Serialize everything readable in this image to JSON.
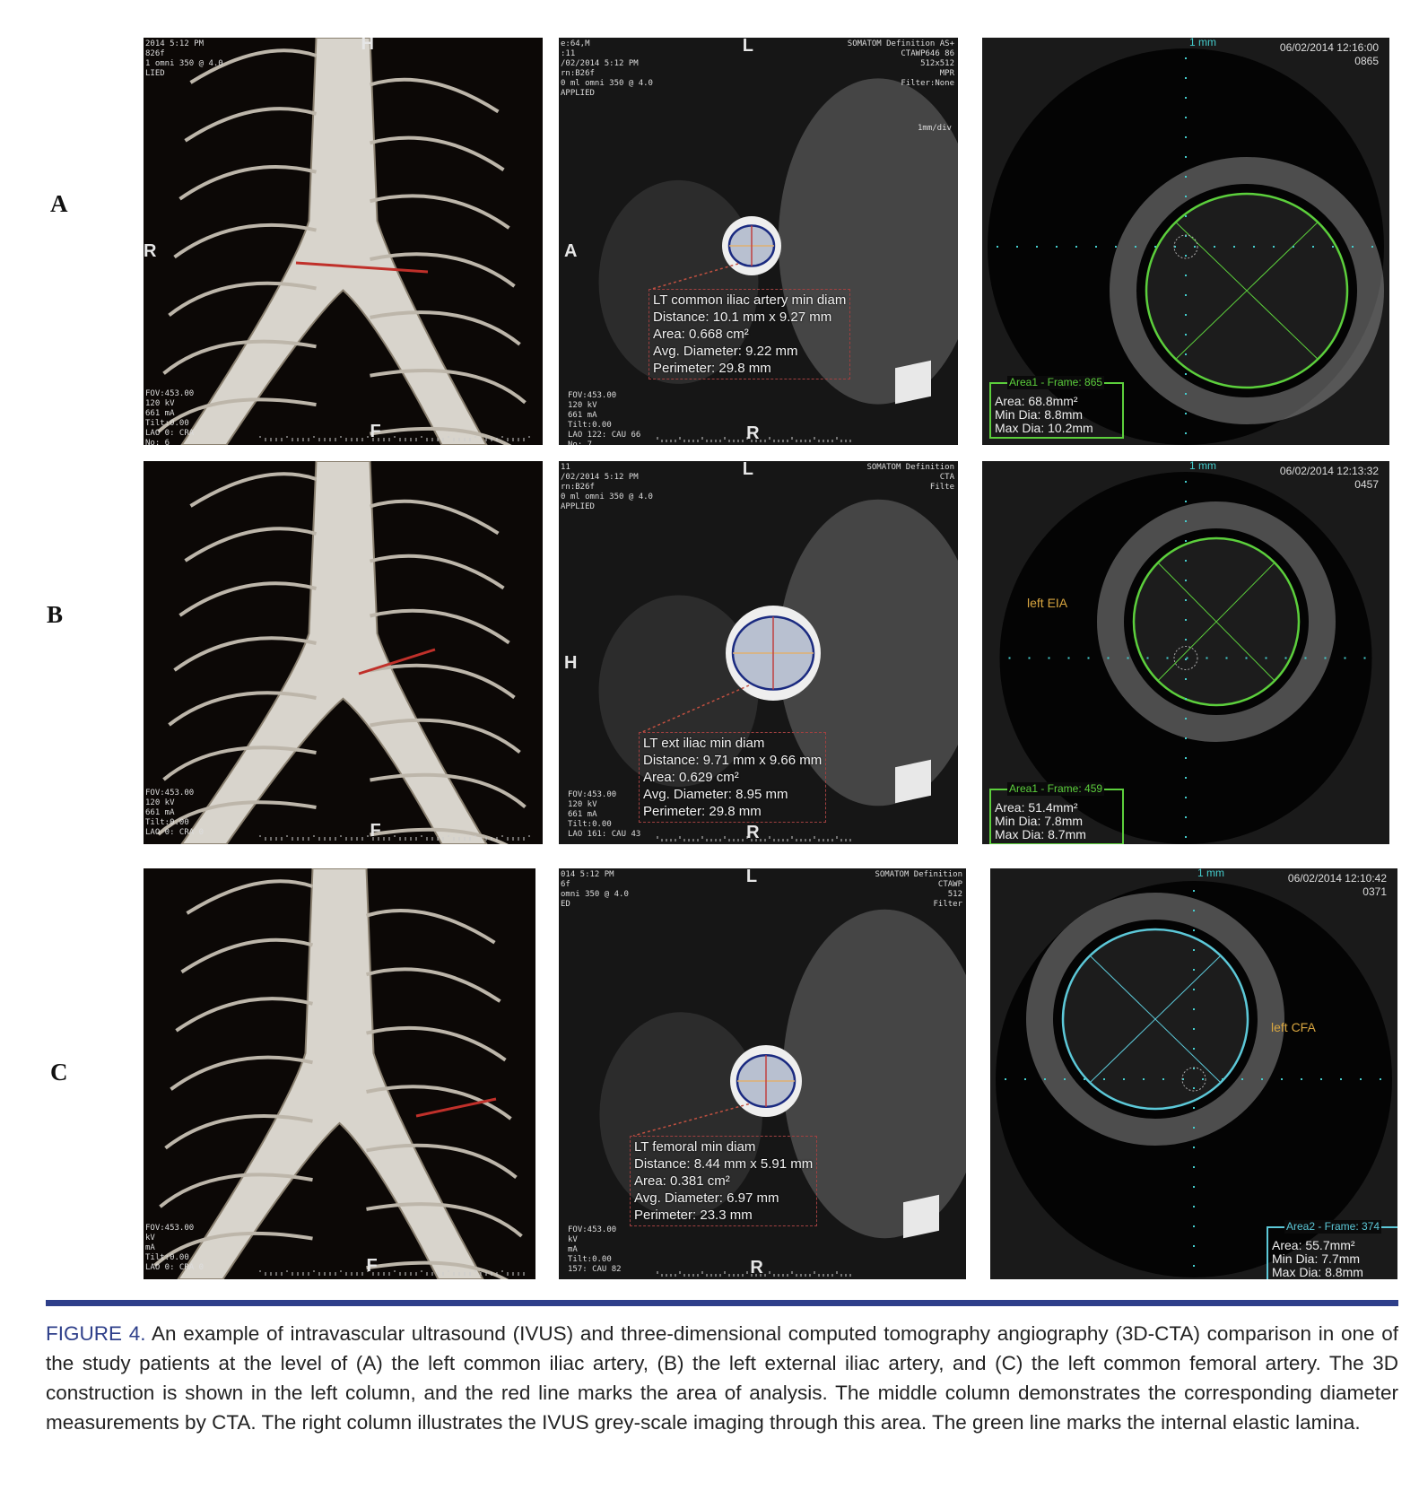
{
  "figure": {
    "row_labels": [
      "A",
      "B",
      "C"
    ],
    "caption_lead": "FIGURE 4.",
    "caption_text": " An example of intravascular ultrasound (IVUS) and three-dimensional computed tomography angiography (3D-CTA) comparison in one of the study patients at the level of (A) the left common iliac artery, (B) the left external iliac artery, and (C) the left common femoral artery. The 3D construction is shown in the left column, and the red line marks the area of analysis. The middle column demonstrates the corresponding diameter measurements by CTA. The right column illustrates the IVUS grey-scale imaging through this area. The green line marks the internal elastic lamina.",
    "colors": {
      "accent": "#2e3f8a",
      "ivus_green": "#5ccf3c",
      "ivus_cyan": "#5cc8d8",
      "analysis_line": "#c0302a",
      "cta_contour": "#1a2a80"
    }
  },
  "rows": [
    {
      "vr": {
        "header": "2014 5:12 PM\n826f\n1 omni 350 @ 4.0\nLIED",
        "footer": "FOV:453.00\n120 kV\n661 mA\nTilt:0.00\nLAO 0: CRA\nNo: 6",
        "top": "H",
        "left": "R",
        "bottom": "F"
      },
      "cta": {
        "header": "e:64,M\n:11\n/02/2014 5:12 PM\nrn:B26f\n0 ml omni 350 @ 4.0\nAPPLIED",
        "header_right": "SOMATOM Definition AS+\nCTAWP646 86\n512x512\nMPR\nFilter:None",
        "scale": "1mm/div",
        "footer": "FOV:453.00\n120 kV\n661 mA\nTilt:0.00\nLAO 122: CAU 66\nNo: 7",
        "top": "L",
        "left": "A",
        "bottom": "R",
        "lines": [
          "LT common iliac artery min diam",
          "Distance: 10.1 mm x 9.27 mm",
          "Area: 0.668 cm²",
          "Avg. Diameter: 9.22 mm",
          "Perimeter: 29.8 mm"
        ]
      },
      "ivus": {
        "scale": "1 mm",
        "timestamp": "06/02/2014 12:16:00",
        "frame_no": "0865",
        "label": "",
        "box_title": "Area1 - Frame: 865",
        "lines": [
          "Area: 68.8mm²",
          "Min Dia: 8.8mm",
          "Max Dia: 10.2mm"
        ],
        "color": "green"
      }
    },
    {
      "vr": {
        "header": "",
        "footer": "FOV:453.00\n120 kV\n661 mA\nTilt:0.00\nLAO 0: CRA 0",
        "top": "",
        "left": "",
        "bottom": "F"
      },
      "cta": {
        "header": "11\n/02/2014 5:12 PM\nrn:B26f\n0 ml omni 350 @ 4.0\nAPPLIED",
        "header_right": "SOMATOM Definition\nCTA\nFilte",
        "scale": "",
        "footer": "FOV:453.00\n120 kV\n661 mA\nTilt:0.00\nLAO 161: CAU 43",
        "top": "L",
        "left": "H",
        "bottom": "R",
        "lines": [
          "LT ext iliac min diam",
          "Distance: 9.71 mm x 9.66 mm",
          "Area: 0.629 cm²",
          "Avg. Diameter: 8.95 mm",
          "Perimeter: 29.8 mm"
        ]
      },
      "ivus": {
        "scale": "1 mm",
        "timestamp": "06/02/2014 12:13:32",
        "frame_no": "0457",
        "label": "left EIA",
        "box_title": "Area1 - Frame: 459",
        "lines": [
          "Area: 51.4mm²",
          "Min Dia: 7.8mm",
          "Max Dia: 8.7mm"
        ],
        "color": "green"
      }
    },
    {
      "vr": {
        "header": "",
        "footer": "FOV:453.00\nkV\nmA\nTilt:0.00\nLAO 0: CRA 0",
        "top": "",
        "left": "",
        "bottom": "F"
      },
      "cta": {
        "header": "014 5:12 PM\n6f\nomni 350 @ 4.0\nED",
        "header_right": "SOMATOM Definition\nCTAWP\n512\nFilter",
        "scale": "",
        "footer": "FOV:453.00\nkV\nmA\nTilt:0.00\n157: CAU 82",
        "top": "L",
        "left": "",
        "bottom": "R",
        "lines": [
          "LT femoral min diam",
          "Distance: 8.44 mm x 5.91 mm",
          "Area: 0.381 cm²",
          "Avg. Diameter: 6.97 mm",
          "Perimeter: 23.3 mm"
        ]
      },
      "ivus": {
        "scale": "1 mm",
        "timestamp": "06/02/2014 12:10:42",
        "frame_no": "0371",
        "label": "left CFA",
        "box_title": "Area2 - Frame: 374",
        "lines": [
          "Area: 55.7mm²",
          "Min Dia: 7.7mm",
          "Max Dia: 8.8mm"
        ],
        "color": "cyan"
      }
    }
  ]
}
